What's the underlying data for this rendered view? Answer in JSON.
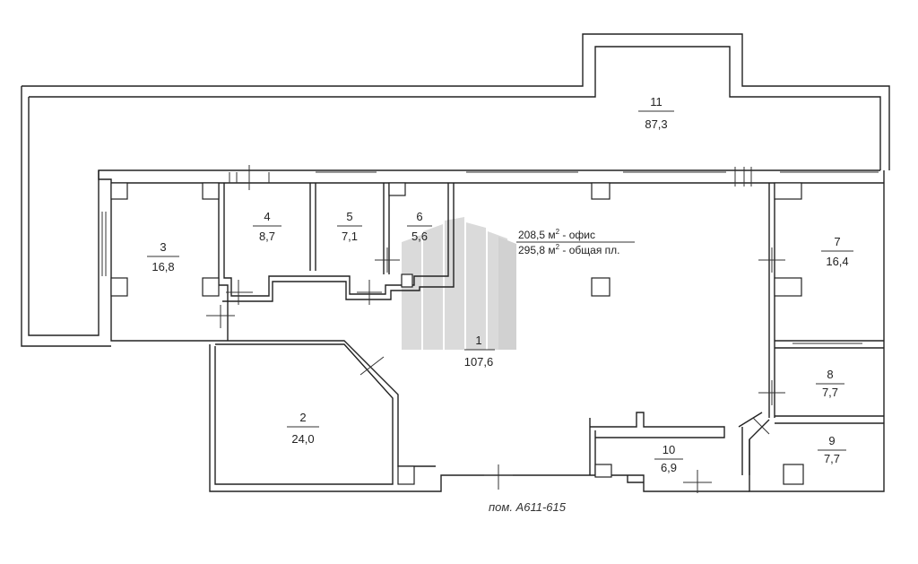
{
  "rooms": [
    {
      "number": "1",
      "area": "107,6"
    },
    {
      "number": "2",
      "area": "24,0"
    },
    {
      "number": "3",
      "area": "16,8"
    },
    {
      "number": "4",
      "area": "8,7"
    },
    {
      "number": "5",
      "area": "7,1"
    },
    {
      "number": "6",
      "area": "5,6"
    },
    {
      "number": "7",
      "area": "16,4"
    },
    {
      "number": "8",
      "area": "7,7"
    },
    {
      "number": "9",
      "area": "7,7"
    },
    {
      "number": "10",
      "area": "6,9"
    },
    {
      "number": "11",
      "area": "87,3"
    }
  ],
  "summary": {
    "office_value": "208,5 м",
    "office_label": " - офис",
    "total_value": "295,8 м",
    "total_label": " - общая пл.",
    "unit_sup": "2"
  },
  "caption": "пом. А611-615",
  "colors": {
    "walls": "#222222",
    "watermark": "#d9d9d9"
  },
  "icons": [
    "building-watermark-icon"
  ]
}
